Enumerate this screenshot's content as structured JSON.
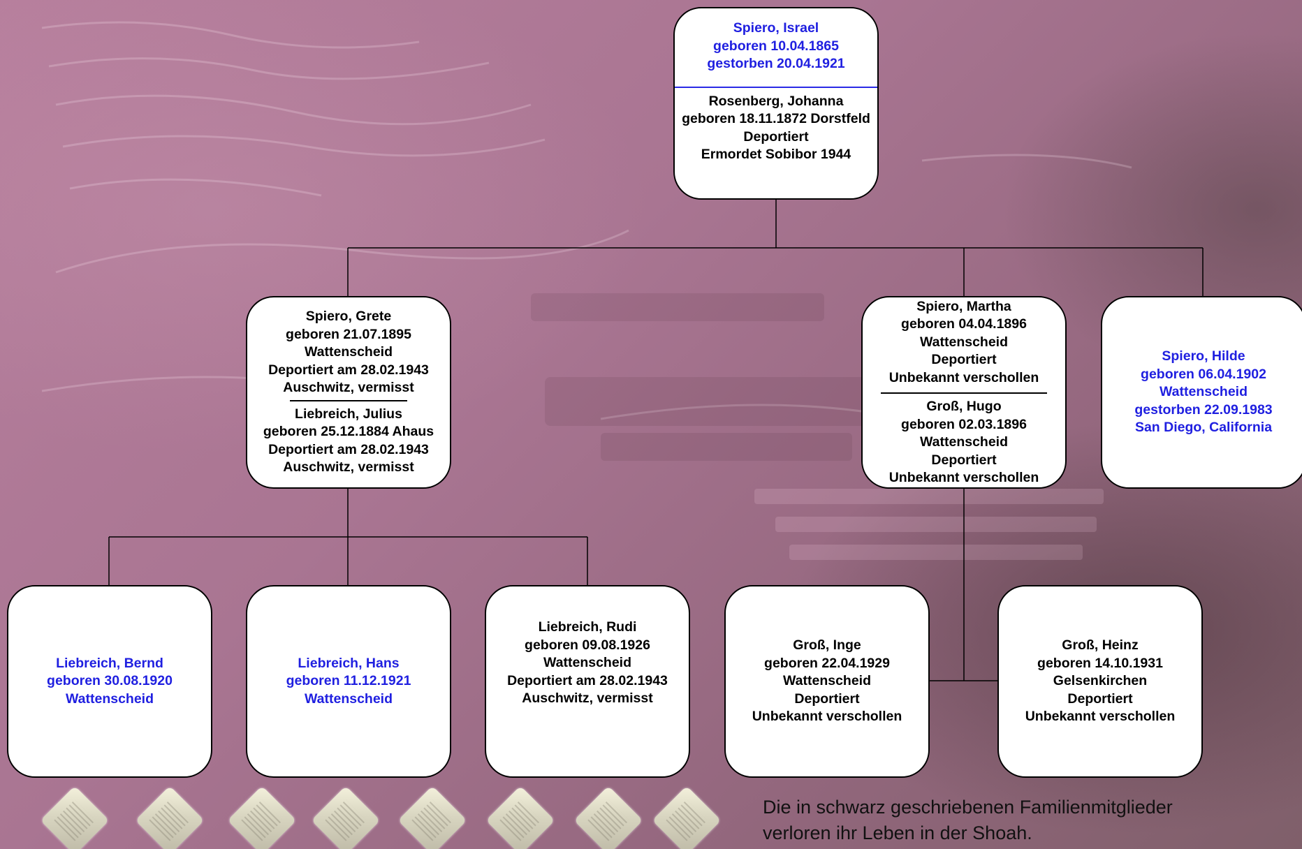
{
  "colors": {
    "survivor_text": "#1f1fe0",
    "victim_text": "#000000",
    "box_background": "#ffffff",
    "connector": "#000000"
  },
  "root": {
    "primary": [
      "Spiero, Israel",
      "geboren 10.04.1865",
      "gestorben 20.04.1921"
    ],
    "spouse": [
      "Rosenberg, Johanna",
      "geboren 18.11.1872 Dorstfeld",
      "Deportiert",
      "Ermordet Sobibor 1944"
    ]
  },
  "children": {
    "grete": {
      "primary": [
        "Spiero, Grete",
        "geboren 21.07.1895",
        "Wattenscheid",
        "Deportiert am 28.02.1943",
        "Auschwitz, vermisst"
      ],
      "spouse": [
        "Liebreich, Julius",
        "geboren 25.12.1884 Ahaus",
        "Deportiert am 28.02.1943",
        "Auschwitz, vermisst"
      ]
    },
    "martha": {
      "primary": [
        "Spiero, Martha",
        "geboren 04.04.1896",
        "Wattenscheid",
        "Deportiert",
        "Unbekannt verschollen"
      ],
      "spouse": [
        "Groß, Hugo",
        "geboren 02.03.1896",
        "Wattenscheid",
        "Deportiert",
        "Unbekannt verschollen"
      ]
    },
    "hilde": {
      "lines": [
        "Spiero, Hilde",
        "geboren 06.04.1902",
        "Wattenscheid",
        "gestorben 22.09.1983",
        "San Diego, California"
      ]
    }
  },
  "grandchildren": {
    "bernd": [
      "Liebreich, Bernd",
      "geboren 30.08.1920",
      "Wattenscheid"
    ],
    "hans": [
      "Liebreich, Hans",
      "geboren 11.12.1921",
      "Wattenscheid"
    ],
    "rudi": [
      "Liebreich, Rudi",
      "geboren 09.08.1926",
      "Wattenscheid",
      "Deportiert am 28.02.1943",
      "Auschwitz, vermisst"
    ],
    "inge": [
      "Groß, Inge",
      "geboren 22.04.1929",
      "Wattenscheid",
      "Deportiert",
      "Unbekannt verschollen"
    ],
    "heinz": [
      "Groß, Heinz",
      "geboren 14.10.1931",
      "Gelsenkirchen",
      "Deportiert",
      "Unbekannt verschollen"
    ]
  },
  "stolpersteine": {
    "icon": "stolperstein-icon",
    "count": 8
  },
  "caption": [
    "Die in schwarz geschriebenen Familienmitglieder",
    "verloren ihr Leben in der Shoah."
  ]
}
